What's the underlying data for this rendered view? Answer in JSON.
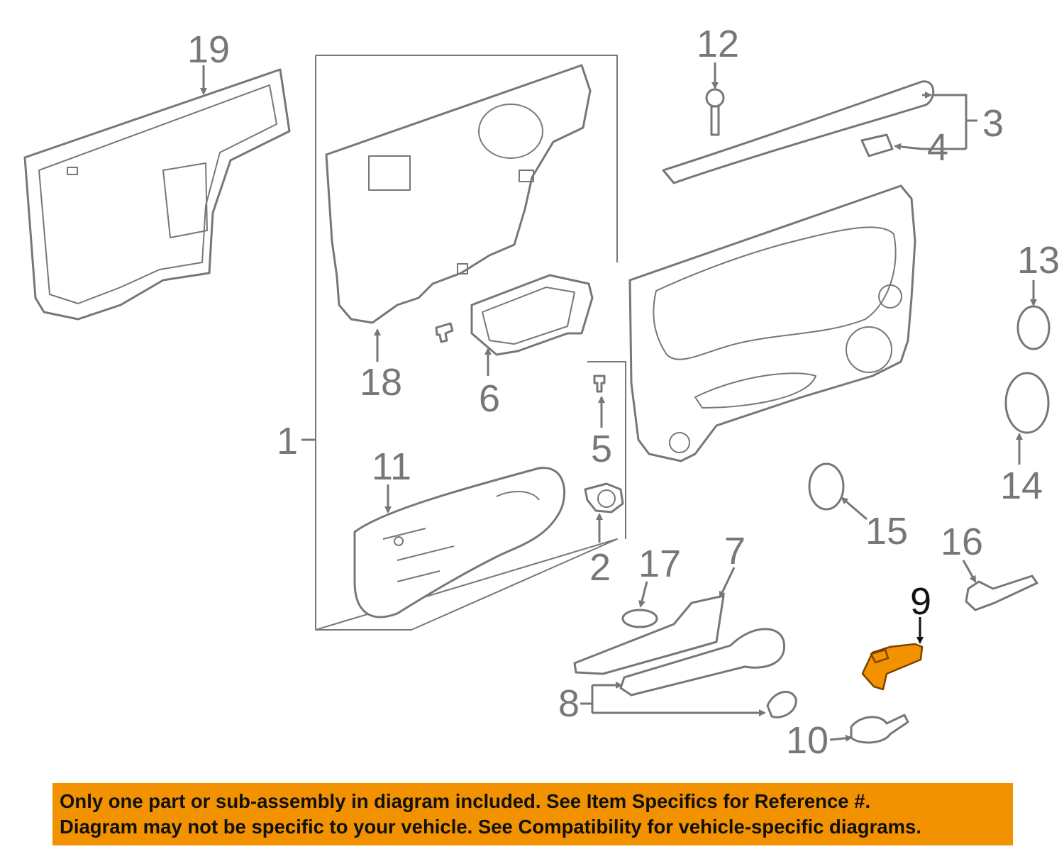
{
  "diagram": {
    "callouts": [
      "1",
      "2",
      "3",
      "4",
      "5",
      "6",
      "7",
      "8",
      "9",
      "10",
      "11",
      "12",
      "13",
      "14",
      "15",
      "16",
      "17",
      "18",
      "19"
    ],
    "highlighted_callout": "9",
    "highlight_color": "#f39200",
    "line_color": "#777777"
  },
  "banner": {
    "line1": "Only one part or sub-assembly in diagram included. See Item Specifics for Reference #.",
    "line2": "Diagram may not be specific to your vehicle. See Compatibility for vehicle-specific diagrams.",
    "background": "#f39200"
  }
}
